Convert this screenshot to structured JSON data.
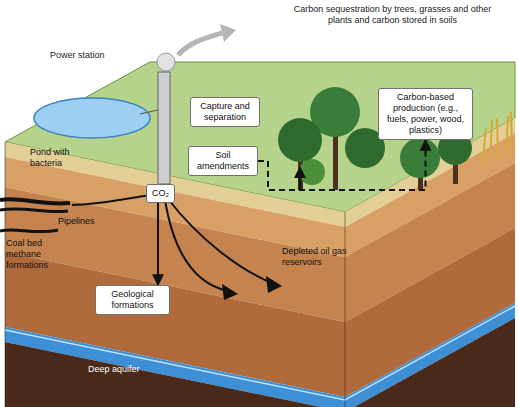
{
  "diagram": {
    "nodes": [
      {
        "text": [
          "Capture and separation"
        ]
      },
      {
        "text": [
          "Soil amendments"
        ]
      },
      {
        "text": [
          "Carbon-based production (e.g., fuels, power, wood, plastics)"
        ]
      },
      {
        "text": [
          "Geological formations"
        ]
      },
      {
        "text": [
          "CO₂"
        ]
      }
    ],
    "edges": [
      {
        "from": 4,
        "to": 3,
        "arrow": "to"
      },
      {
        "from": 1,
        "to": 2,
        "arrow": "to"
      }
    ],
    "labels": [
      "Carbon sequestration by trees, grasses and other plants and carbon stored in soils",
      "Power station",
      "Pond with bacteria",
      "Pipelines",
      "Coal bed methane formations",
      "Depleted oil gas reservoirs",
      "Deep aquifer"
    ]
  }
}
